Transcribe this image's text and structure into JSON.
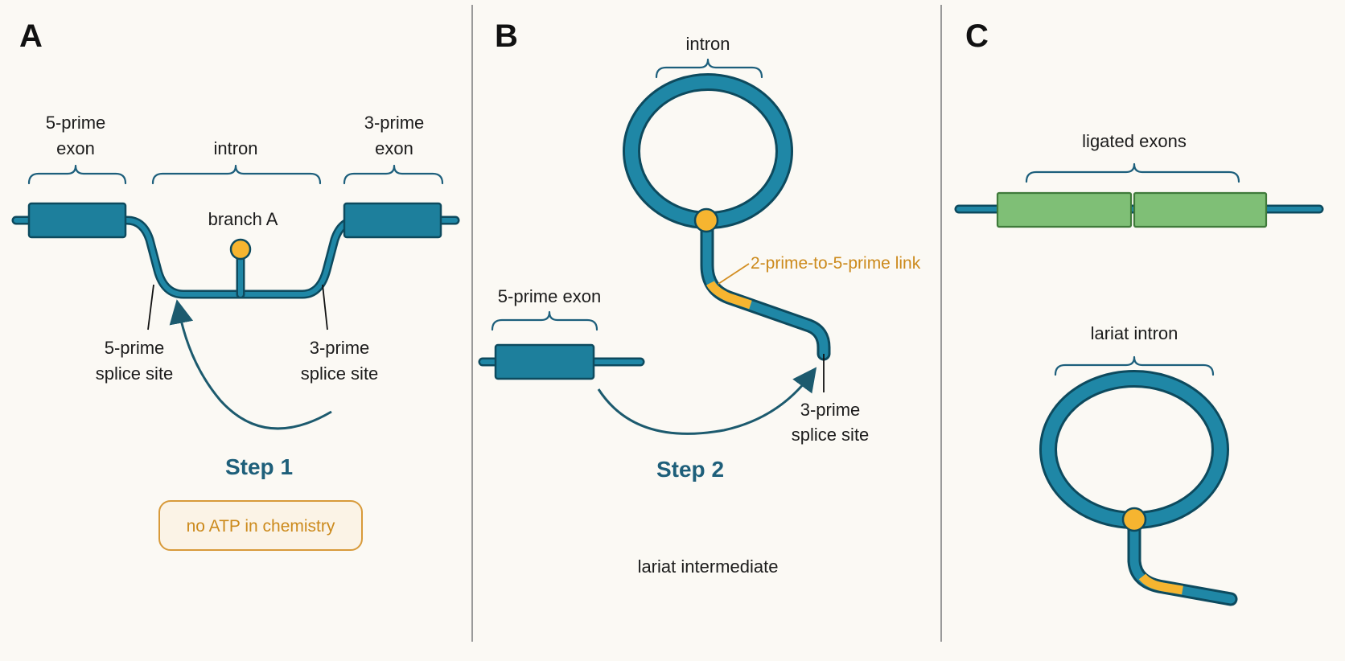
{
  "panels": {
    "a": {
      "letter": "A",
      "five_prime_exon": [
        "5-prime",
        "exon"
      ],
      "intron": "intron",
      "three_prime_exon": [
        "3-prime",
        "exon"
      ],
      "branch": "branch A",
      "five_prime_site": [
        "5-prime",
        "splice site"
      ],
      "three_prime_site": [
        "3-prime",
        "splice site"
      ],
      "step": "Step 1",
      "note": "no ATP in chemistry"
    },
    "b": {
      "letter": "B",
      "intron": "intron",
      "link": "2-prime-to-5-prime link",
      "five_prime_exon": "5-prime exon",
      "three_prime_site": [
        "3-prime",
        "splice site"
      ],
      "step": "Step 2",
      "caption": "lariat intermediate"
    },
    "c": {
      "letter": "C",
      "ligated": "ligated exons",
      "lariat": "lariat intron"
    }
  },
  "colors": {
    "rna": "#1f87a6",
    "rna_outline": "#0d4a5e",
    "exon": "#1d7f9c",
    "branch_point": "#f6b530",
    "link_segment": "#f6b530",
    "ligated_exon": "#7fbf76",
    "step_text": "#1e5f7a",
    "note_text": "#cc8a1c",
    "background": "#fbf9f4"
  }
}
